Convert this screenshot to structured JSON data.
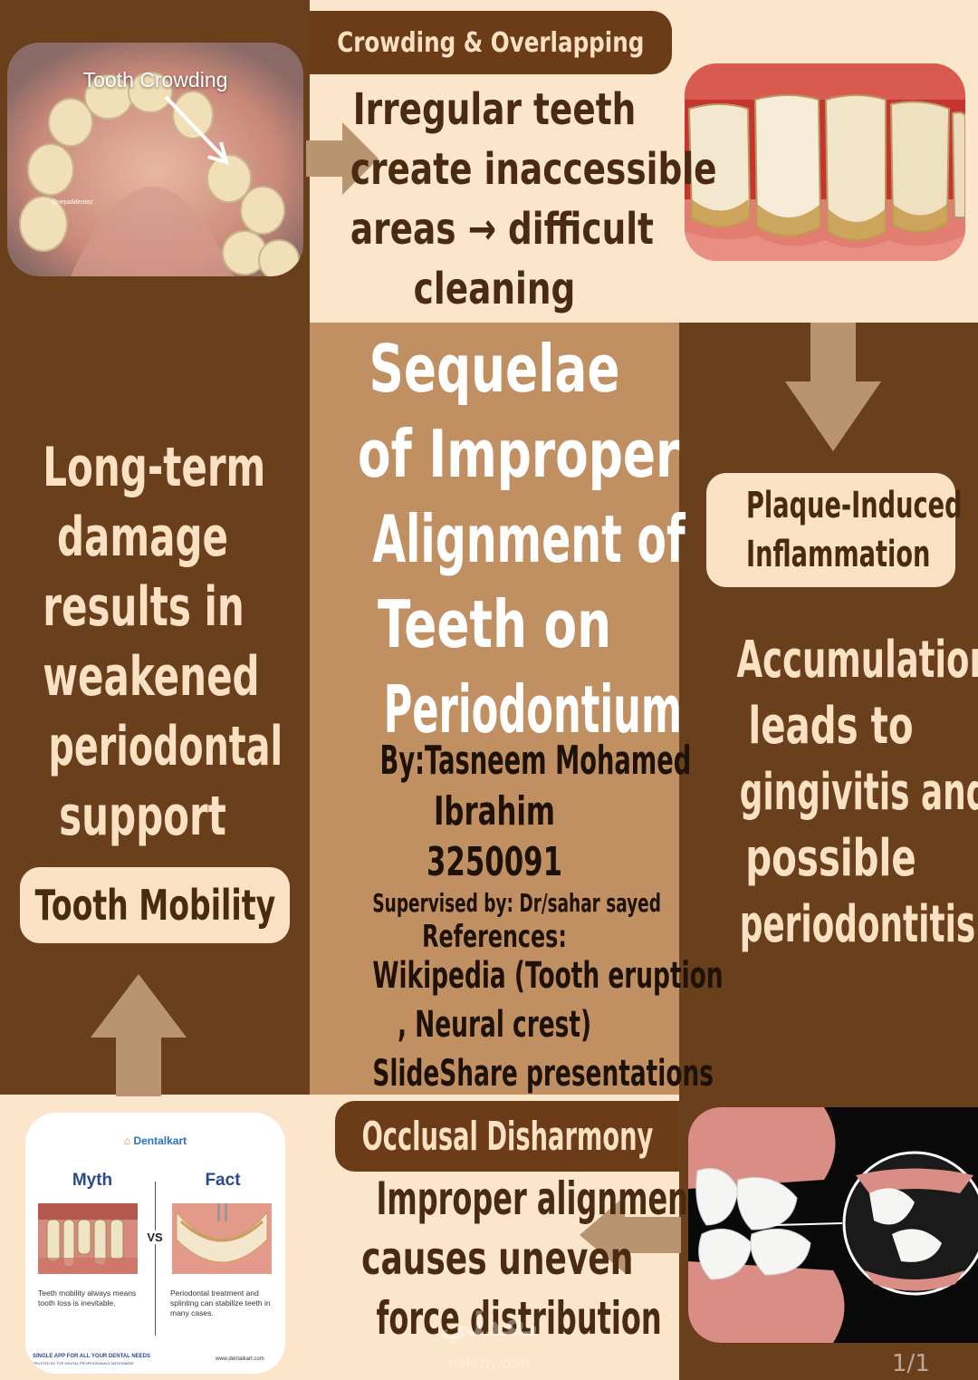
{
  "top": {
    "badge": "Crowding & Overlapping",
    "text_lines": [
      "Irregular teeth",
      "create inaccessible",
      "areas → difficult",
      "cleaning"
    ],
    "photo_caption": "Tooth Crowding",
    "photo_watermark": "@nepalidentist"
  },
  "center": {
    "title_lines": [
      "Sequelae",
      "of Improper",
      "Alignment of",
      "Teeth on",
      "Periodontium"
    ],
    "author_lines": [
      "By:Tasneem Mohamed",
      "Ibrahim",
      "3250091"
    ],
    "supervisor": "Supervised by: Dr/sahar sayed",
    "references_label": "References:",
    "references_lines": [
      "Wikipedia (Tooth eruption",
      ", Neural crest)",
      "SlideShare presentations"
    ]
  },
  "right": {
    "badge_lines": [
      "Plaque-Induced",
      "Inflammation"
    ],
    "text_lines": [
      "Accumulation",
      "leads to",
      "gingivitis and",
      "possible",
      "periodontitis"
    ]
  },
  "left": {
    "text_lines": [
      "Long-term",
      "damage",
      "results in",
      "weakened",
      "periodontal",
      "support"
    ],
    "badge": "Tooth Mobility"
  },
  "bottom": {
    "badge": "Occlusal Disharmony",
    "text_lines": [
      "Improper alignment",
      "causes uneven",
      "force distribution"
    ],
    "card": {
      "brand": "Dentalkart",
      "myth": "Myth",
      "fact": "Fact",
      "vs": "VS",
      "myth_note": "Teeth mobility always means tooth loss is inevitable.",
      "fact_note": "Periodontal treatment and splinting can stabilize teeth in many cases.",
      "footer_left": "SINGLE APP FOR ALL YOUR DENTAL NEEDS",
      "footer_left_sub": "TRUSTED BY TOP DENTAL PROFESSIONALS NATIONWIDE",
      "footer_right": "www.dentalkart.com"
    },
    "watermark_arabic": "نفذلي",
    "watermark_latin": "nafezly.com",
    "page_indicator": "1/1"
  },
  "colors": {
    "dark_brown": "#6a3f1c",
    "tan": "#c08f62",
    "cream": "#fbe6cc",
    "arrow": "#b89570"
  }
}
